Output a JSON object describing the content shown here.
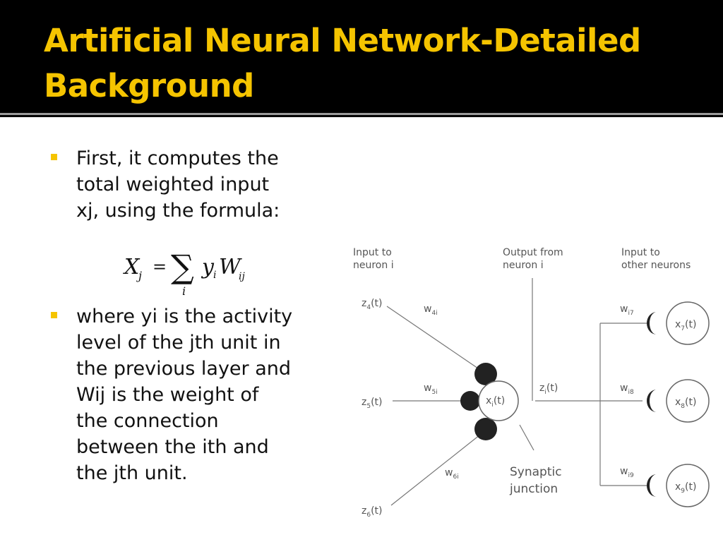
{
  "slide": {
    "title_line1": "Artificial Neural Network-Detailed",
    "title_line2": "Background"
  },
  "bullets": [
    {
      "lines": [
        "First, it computes the",
        "total weighted input",
        "xj, using the formula:"
      ]
    },
    {
      "lines": [
        "where yi is the activity",
        "level of the jth unit in",
        "the previous layer and",
        "Wij is the weight of",
        "the connection",
        "between the ith and",
        "the jth unit."
      ]
    }
  ],
  "formula": {
    "lhs": "X",
    "lhs_sub": "j",
    "equals": "=",
    "sum_symbol": "∑",
    "sum_index": "i",
    "y": "y",
    "y_sub": "i",
    "w": "W",
    "w_sub": "ij"
  },
  "diagram": {
    "label_input_line1": "Input to",
    "label_input_line2": "neuron i",
    "label_output_line1": "Output from",
    "label_output_line2": "neuron i",
    "label_other_line1": "Input to",
    "label_other_line2": "other neurons",
    "synapse_line1": "Synaptic",
    "synapse_line2": "junction",
    "inputs": [
      {
        "name": "z",
        "sub": "4",
        "arg": "(t)",
        "weight": "w",
        "weight_sub": "4i"
      },
      {
        "name": "z",
        "sub": "5",
        "arg": "(t)",
        "weight": "w",
        "weight_sub": "5i"
      },
      {
        "name": "z",
        "sub": "6",
        "arg": "(t)",
        "weight": "w",
        "weight_sub": "6i"
      }
    ],
    "center_node": {
      "name": "x",
      "sub": "i",
      "arg": "(t)"
    },
    "output": {
      "name": "z",
      "sub": "i",
      "arg": "(t)"
    },
    "outputs": [
      {
        "weight": "w",
        "weight_sub": "i7",
        "name": "x",
        "sub": "7",
        "arg": "(t)"
      },
      {
        "weight": "w",
        "weight_sub": "i8",
        "name": "x",
        "sub": "8",
        "arg": "(t)"
      },
      {
        "weight": "w",
        "weight_sub": "i9",
        "name": "x",
        "sub": "9",
        "arg": "(t)"
      }
    ]
  }
}
